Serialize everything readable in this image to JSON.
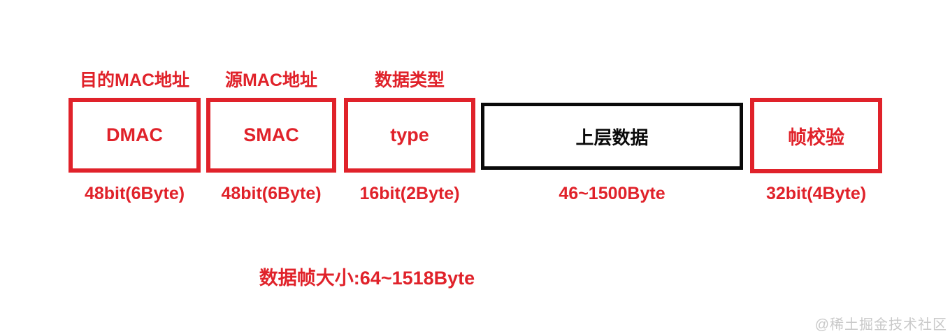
{
  "diagram": {
    "colors": {
      "red": "#e0222a",
      "black": "#0a0a0a",
      "watermark_gray": "#c9c9c9",
      "background": "#ffffff"
    },
    "fields": [
      {
        "top_label": "目的MAC地址",
        "box_label": "DMAC",
        "size_label": "48bit(6Byte)",
        "style": "red"
      },
      {
        "top_label": "源MAC地址",
        "box_label": "SMAC",
        "size_label": "48bit(6Byte)",
        "style": "red"
      },
      {
        "top_label": "数据类型",
        "box_label": "type",
        "size_label": "16bit(2Byte)",
        "style": "red"
      },
      {
        "top_label": "",
        "box_label": "上层数据",
        "size_label": "46~1500Byte",
        "style": "black"
      },
      {
        "top_label": "",
        "box_label": "帧校验",
        "size_label": "32bit(4Byte)",
        "style": "red"
      }
    ],
    "frame_size_note": "数据帧大小:64~1518Byte",
    "watermark": "@稀土掘金技术社区"
  }
}
